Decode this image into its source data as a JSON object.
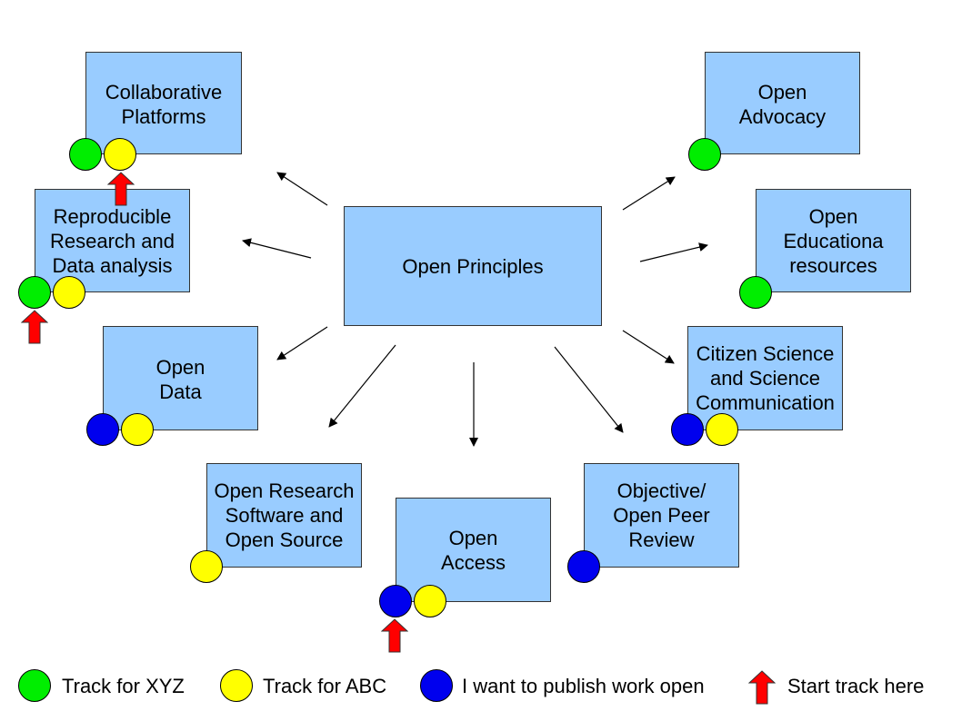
{
  "center": {
    "lines": [
      "Open Principles"
    ]
  },
  "nodes": {
    "collaborative_platforms": {
      "lines": [
        "Collaborative",
        "Platforms"
      ],
      "markers": [
        "green",
        "yellow"
      ],
      "start": true
    },
    "reproducible_research": {
      "lines": [
        "Reproducible",
        "Research and",
        "Data analysis"
      ],
      "markers": [
        "green",
        "yellow"
      ],
      "start": true
    },
    "open_data": {
      "lines": [
        "Open",
        "Data"
      ],
      "markers": [
        "blue",
        "yellow"
      ],
      "start": false
    },
    "open_research_software": {
      "lines": [
        "Open Research",
        "Software and",
        "Open Source"
      ],
      "markers": [
        "yellow"
      ],
      "start": false
    },
    "open_access": {
      "lines": [
        "Open",
        "Access"
      ],
      "markers": [
        "blue",
        "yellow"
      ],
      "start": true
    },
    "open_peer_review": {
      "lines": [
        "Objective/",
        "Open Peer",
        "Review"
      ],
      "markers": [
        "blue"
      ],
      "start": false
    },
    "citizen_science": {
      "lines": [
        "Citizen Science",
        "and Science",
        "Communication"
      ],
      "markers": [
        "blue",
        "yellow"
      ],
      "start": false
    },
    "open_educational": {
      "lines": [
        "Open",
        "Educationa",
        "resources"
      ],
      "markers": [
        "green"
      ],
      "start": false
    },
    "open_advocacy": {
      "lines": [
        "Open",
        "Advocacy"
      ],
      "markers": [
        "green"
      ],
      "start": false
    }
  },
  "legend": {
    "track_xyz": "Track for XYZ",
    "track_abc": "Track for ABC",
    "publish_open": "I want to publish work open",
    "start_track": "Start track here"
  },
  "colors": {
    "box_fill": "#99ccff",
    "green": "#00ee00",
    "yellow": "#ffff00",
    "blue": "#0000ee",
    "start_arrow": "#ff0000"
  }
}
